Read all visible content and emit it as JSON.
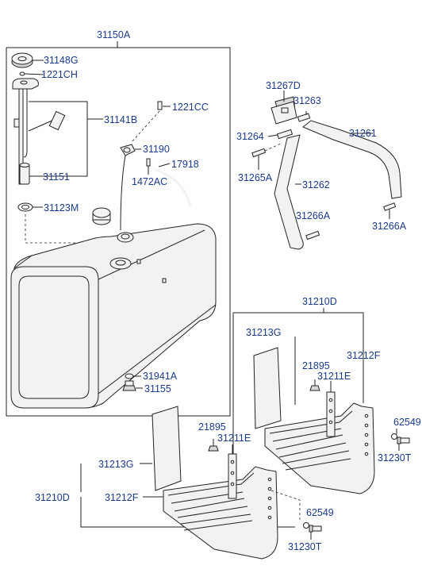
{
  "labels": {
    "fuel_tank_assy": "31150A",
    "cap": "31148G",
    "hose_clamp_top": "1221CH",
    "sender_assy": "31141B",
    "clamp_1221cc": "1221CC",
    "vent_fitting": "31190",
    "vent_hose": "17918",
    "clip_1472ac": "1472AC",
    "filter": "31151",
    "gasket": "31123M",
    "drain_washer": "31941A",
    "drain_plug": "31155",
    "band_bracket": "31267D",
    "band_pin": "31263",
    "band_bolt_upper": "31264",
    "band_lower": "31261",
    "band_bolt": "31265A",
    "band_strap": "31262",
    "band_pin_left": "31266A",
    "band_pin_right": "31266A",
    "step_assy_right": "31210D",
    "step_pad_right": "31213G",
    "step_bracket_right": "31212F",
    "nut_right": "21895",
    "plate_right": "31211E",
    "washer_right": "62549",
    "bolt_right": "31230T",
    "nut_left": "21895",
    "plate_left": "31211E",
    "step_pad_left": "31213G",
    "step_assy_left": "31210D",
    "step_bracket_left": "31212F",
    "washer_left": "62549",
    "bolt_left": "31230T"
  }
}
